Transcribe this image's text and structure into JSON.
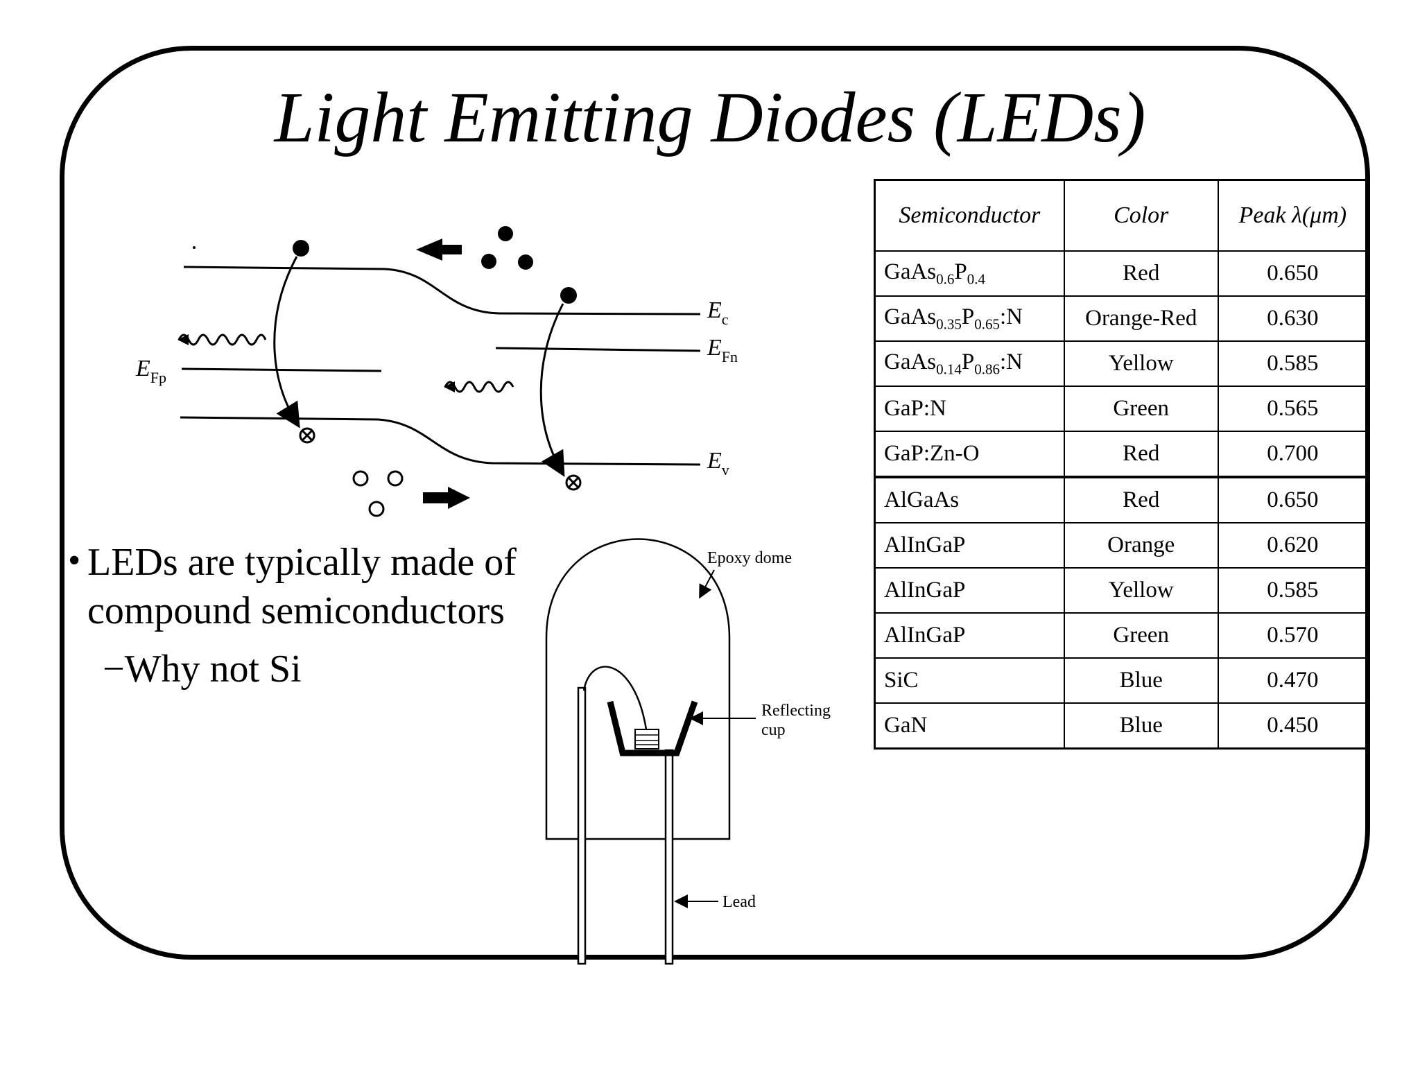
{
  "title": "Light Emitting Diodes (LEDs)",
  "band_diagram": {
    "labels": {
      "ec": "E",
      "ec_sub": "c",
      "efn": "E",
      "efn_sub": "Fn",
      "efp": "E",
      "efp_sub": "Fp",
      "ev": "E",
      "ev_sub": "v"
    }
  },
  "bullets": {
    "main_line1": "LEDs are typically made of",
    "main_line2": "compound semiconductors",
    "sub": "−Why not Si"
  },
  "led_diagram": {
    "epoxy": "Epoxy dome",
    "cup_line1": "Reflecting",
    "cup_line2": "cup",
    "lead": "Lead"
  },
  "table": {
    "headers": [
      "Semiconductor",
      "Color",
      "Peak λ(μm)"
    ],
    "rows": [
      {
        "material": [
          "GaAs",
          "0.6",
          "P",
          "0.4",
          ""
        ],
        "color": "Red",
        "peak": "0.650"
      },
      {
        "material": [
          "GaAs",
          "0.35",
          "P",
          "0.65",
          ":N"
        ],
        "color": "Orange-Red",
        "peak": "0.630"
      },
      {
        "material": [
          "GaAs",
          "0.14",
          "P",
          "0.86",
          ":N"
        ],
        "color": "Yellow",
        "peak": "0.585"
      },
      {
        "material": "GaP:N",
        "color": "Green",
        "peak": "0.565"
      },
      {
        "material": "GaP:Zn-O",
        "color": "Red",
        "peak": "0.700"
      },
      {
        "material": "AlGaAs",
        "color": "Red",
        "peak": "0.650"
      },
      {
        "material": "AlInGaP",
        "color": "Orange",
        "peak": "0.620"
      },
      {
        "material": "AlInGaP",
        "color": "Yellow",
        "peak": "0.585"
      },
      {
        "material": "AlInGaP",
        "color": "Green",
        "peak": "0.570"
      },
      {
        "material": "SiC",
        "color": "Blue",
        "peak": "0.470"
      },
      {
        "material": "GaN",
        "color": "Blue",
        "peak": "0.450"
      }
    ]
  }
}
